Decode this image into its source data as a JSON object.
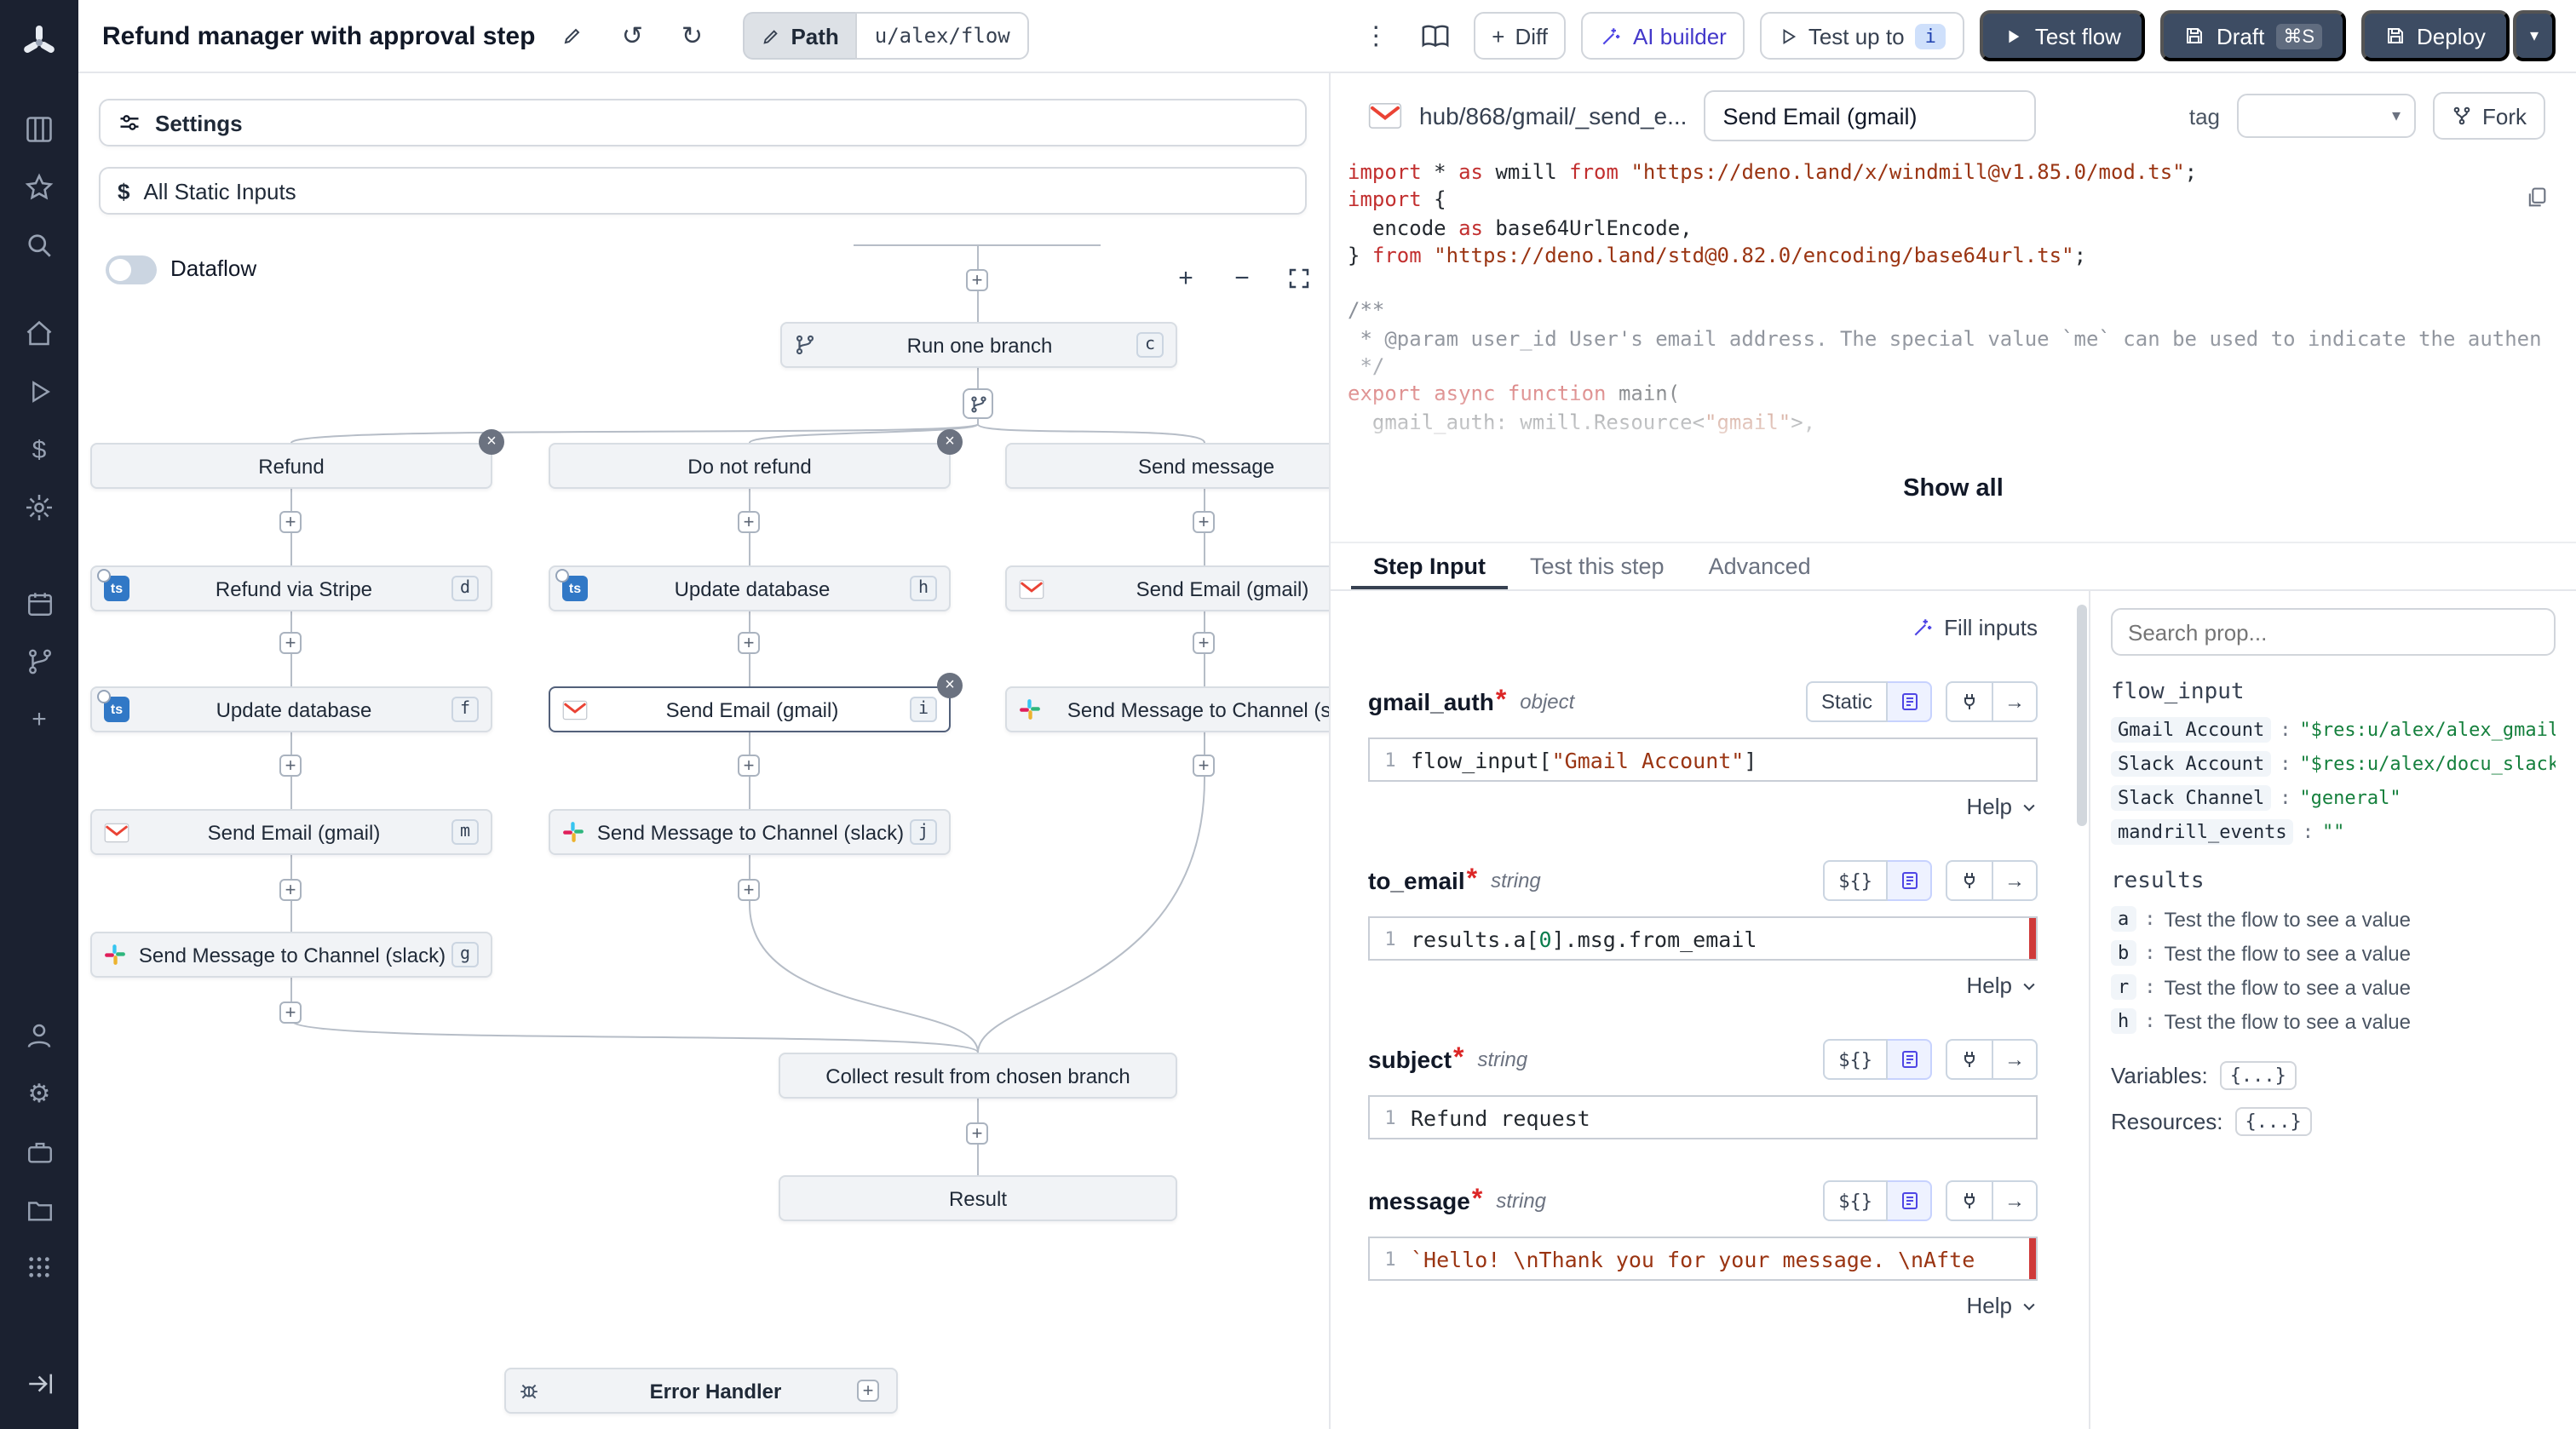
{
  "icons": {
    "plus": "+",
    "minus": "−",
    "undo": "↺",
    "redo": "↻",
    "kebab": "⋮",
    "arrow_right": "→",
    "chevron_down": "▾",
    "dollar": "$",
    "gear": "⚙",
    "close": "×",
    "asterisk": "*"
  },
  "topbar": {
    "title": "Refund manager with approval step",
    "path_label": "Path",
    "path_value": "u/alex/flow",
    "diff_label": "Diff",
    "ai_builder_label": "AI builder",
    "test_up_to_label": "Test up to",
    "selected_step_badge": "i",
    "test_flow_label": "Test flow",
    "draft_label": "Draft",
    "draft_shortcut": "⌘S",
    "deploy_label": "Deploy"
  },
  "flow": {
    "settings_label": "Settings",
    "static_inputs_label": "All Static Inputs",
    "dataflow_label": "Dataflow",
    "branch_node": {
      "label": "Run one branch",
      "badge": "c"
    },
    "branches": [
      {
        "label": "Refund"
      },
      {
        "label": "Do not refund"
      },
      {
        "label": "Send message"
      }
    ],
    "nodes": [
      {
        "label": "Refund via Stripe",
        "badge": "d"
      },
      {
        "label": "Update database",
        "badge": "f"
      },
      {
        "label": "Send Email (gmail)",
        "badge": "m"
      },
      {
        "label": "Send Message to Channel (slack)",
        "badge": "g"
      },
      {
        "label": "Update database",
        "badge": "h"
      },
      {
        "label": "Send Email (gmail)",
        "badge": "i"
      },
      {
        "label": "Send Message to Channel (slack)",
        "badge": "j"
      },
      {
        "label": "Send Email (gmail)",
        "badge": ""
      },
      {
        "label": "Send Message to Channel (slack)",
        "badge": ""
      }
    ],
    "collect_label": "Collect result from chosen branch",
    "result_label": "Result",
    "error_handler_label": "Error Handler"
  },
  "code_panel": {
    "path": "hub/868/gmail/_send_e...",
    "step_name": "Send Email (gmail)",
    "tag_label": "tag",
    "fork_label": "Fork",
    "show_all_label": "Show all",
    "code_lines": [
      [
        {
          "c": "k",
          "t": "import"
        },
        {
          "c": "p",
          "t": " * "
        },
        {
          "c": "k",
          "t": "as"
        },
        {
          "c": "p",
          "t": " wmill "
        },
        {
          "c": "k",
          "t": "from"
        },
        {
          "c": "p",
          "t": " "
        },
        {
          "c": "s",
          "t": "\"https://deno.land/x/windmill@v1.85.0/mod.ts\""
        },
        {
          "c": "p",
          "t": ";"
        }
      ],
      [
        {
          "c": "k",
          "t": "import"
        },
        {
          "c": "p",
          "t": " {"
        }
      ],
      [
        {
          "c": "p",
          "t": "  encode "
        },
        {
          "c": "k",
          "t": "as"
        },
        {
          "c": "p",
          "t": " base64UrlEncode,"
        }
      ],
      [
        {
          "c": "p",
          "t": "} "
        },
        {
          "c": "k",
          "t": "from"
        },
        {
          "c": "p",
          "t": " "
        },
        {
          "c": "s",
          "t": "\"https://deno.land/std@0.82.0/encoding/base64url.ts\""
        },
        {
          "c": "p",
          "t": ";"
        }
      ],
      [],
      [
        {
          "c": "c",
          "t": "/**"
        }
      ],
      [
        {
          "c": "c",
          "t": " * @param user_id User's email address. The special value `me` can be used to indicate the authen"
        }
      ],
      [
        {
          "c": "c",
          "t": " */"
        }
      ],
      [
        {
          "c": "k",
          "t": "export"
        },
        {
          "c": "p",
          "t": " "
        },
        {
          "c": "k",
          "t": "async"
        },
        {
          "c": "p",
          "t": " "
        },
        {
          "c": "k",
          "t": "function"
        },
        {
          "c": "p",
          "t": " main("
        }
      ],
      [
        {
          "c": "p",
          "t": "  gmail_auth: wmill.Resource<"
        },
        {
          "c": "s",
          "t": "\"gmail\""
        },
        {
          "c": "p",
          "t": ">,"
        }
      ]
    ]
  },
  "step": {
    "tabs": [
      "Step Input",
      "Test this step",
      "Advanced"
    ],
    "fill_inputs_label": "Fill inputs",
    "help_label": "Help",
    "line_number": "1",
    "fields": [
      {
        "name": "gmail_auth",
        "type": "object",
        "mode": "Static",
        "code": [
          {
            "c": "p",
            "t": "flow_input["
          },
          {
            "c": "s",
            "t": "\"Gmail Account\""
          },
          {
            "c": "p",
            "t": "]"
          }
        ]
      },
      {
        "name": "to_email",
        "type": "string",
        "mode": "${}",
        "code": [
          {
            "c": "p",
            "t": "results.a["
          },
          {
            "c": "n",
            "t": "0"
          },
          {
            "c": "p",
            "t": "]"
          },
          {
            "c": "e",
            "t": ".msg"
          },
          {
            "c": "p",
            "t": ".from_email"
          }
        ]
      },
      {
        "name": "subject",
        "type": "string",
        "mode": "${}",
        "code": [
          {
            "c": "p",
            "t": "Refund request"
          }
        ]
      },
      {
        "name": "message",
        "type": "string",
        "mode": "${}",
        "code": [
          {
            "c": "s",
            "t": "`Hello! \\nThank you for your message. \\nAfte"
          }
        ]
      }
    ]
  },
  "props": {
    "search_placeholder": "Search prop...",
    "flow_input_title": "flow_input",
    "flow_inputs": [
      {
        "key": "Gmail Account",
        "value": "\"$res:u/alex/alex_gmail\""
      },
      {
        "key": "Slack Account",
        "value": "\"$res:u/alex/docu_slack\""
      },
      {
        "key": "Slack Channel",
        "value": "\"general\""
      },
      {
        "key": "mandrill_events",
        "value": "\"\""
      }
    ],
    "results_title": "results",
    "results": [
      {
        "key": "a",
        "value": "Test the flow to see a value"
      },
      {
        "key": "b",
        "value": "Test the flow to see a value"
      },
      {
        "key": "r",
        "value": "Test the flow to see a value"
      },
      {
        "key": "h",
        "value": "Test the flow to see a value"
      }
    ],
    "variables_label": "Variables:",
    "variables_value": "{...}",
    "resources_label": "Resources:",
    "resources_value": "{...}"
  }
}
